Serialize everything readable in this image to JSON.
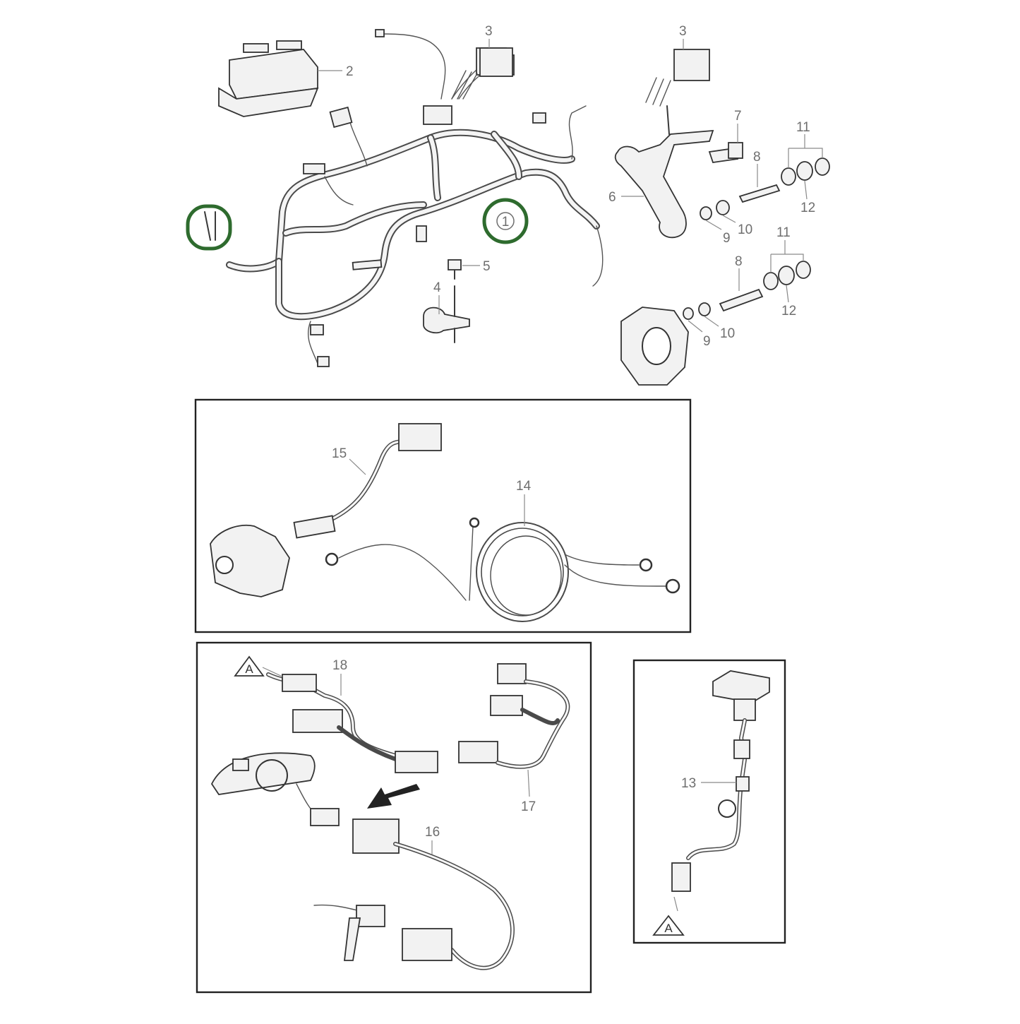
{
  "callouts": {
    "c1": "1",
    "c2": "2",
    "c3a": "3",
    "c3b": "3",
    "c4": "4",
    "c5": "5",
    "c6": "6",
    "c7": "7",
    "c8a": "8",
    "c8b": "8",
    "c9a": "9",
    "c9b": "9",
    "c10a": "10",
    "c10b": "10",
    "c11a": "11",
    "c11b": "11",
    "c12a": "12",
    "c12b": "12",
    "c13": "13",
    "c14": "14",
    "c15": "15",
    "c16": "16",
    "c17": "17",
    "c18": "18"
  },
  "markers": {
    "a_top": "A",
    "a_bottom": "A"
  },
  "colors": {
    "highlight": "#2e6b2e",
    "line": "#3a3a3a",
    "label": "#6e6e6e"
  }
}
